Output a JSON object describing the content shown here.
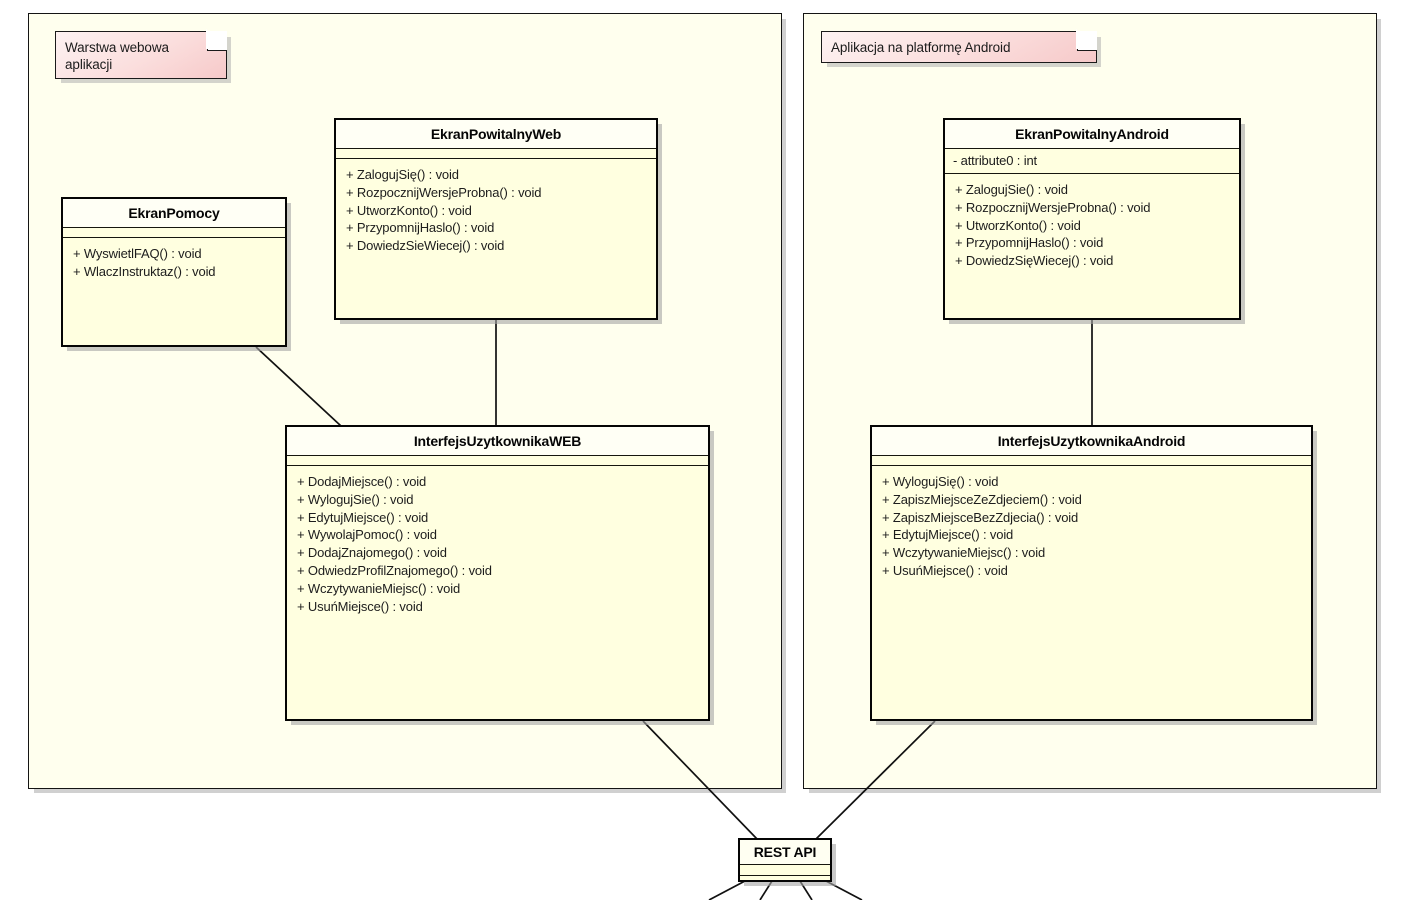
{
  "diagram": {
    "title": "UML Class Diagram",
    "colors": {
      "class_body": "#FFFFE0",
      "class_title": "#FFFFF5",
      "package_background": "#FFFFEE",
      "note_fill": "#F9D7D7",
      "border": "#000000"
    }
  },
  "packages": [
    {
      "id": "web-package",
      "name": "Warstwa webowa aplikacji"
    },
    {
      "id": "android-package",
      "name": "Aplikacja na platformę Android"
    }
  ],
  "notes": [
    {
      "id": "note-web",
      "text": "Warstwa webowa\naplikacji"
    },
    {
      "id": "note-android",
      "text": "Aplikacja na platformę Android"
    }
  ],
  "classes": [
    {
      "id": "ekran-powitalny-web",
      "name": "EkranPowitalnyWeb",
      "attributes": [],
      "operations": [
        "+ ZalogujSię() : void",
        "+ RozpocznijWersjeProbna() : void",
        "+ UtworzKonto() : void",
        "+ PrzypomnijHaslo() : void",
        "+ DowiedzSieWiecej() : void"
      ]
    },
    {
      "id": "ekran-pomocy",
      "name": "EkranPomocy",
      "attributes": [],
      "operations": [
        "+ WyswietlFAQ() : void",
        "+ WlaczInstruktaz() : void"
      ]
    },
    {
      "id": "interfejs-uzytkownika-web",
      "name": "InterfejsUzytkownikaWEB",
      "attributes": [],
      "operations": [
        "+ DodajMiejsce() : void",
        "+ WylogujSie() : void",
        "+ EdytujMiejsce() : void",
        "+ WywolajPomoc() : void",
        "+ DodajZnajomego() : void",
        "+ OdwiedzProfilZnajomego() : void",
        "+ WczytywanieMiejsc() : void",
        "+ UsuńMiejsce() : void"
      ]
    },
    {
      "id": "ekran-powitalny-android",
      "name": "EkranPowitalnyAndroid",
      "attributes": [
        "- attribute0 : int"
      ],
      "operations": [
        "+ ZalogujSie() : void",
        "+ RozpocznijWersjeProbna() : void",
        "+ UtworzKonto() : void",
        "+ PrzypomnijHaslo() : void",
        "+ DowiedzSięWiecej() : void"
      ]
    },
    {
      "id": "interfejs-uzytkownika-android",
      "name": "InterfejsUzytkownikaAndroid",
      "attributes": [],
      "operations": [
        "+ WylogujSię() : void",
        "+ ZapiszMiejsceZeZdjeciem() : void",
        "+ ZapiszMiejsceBezZdjecia() : void",
        "+ EdytujMiejsce() : void",
        "+ WczytywanieMiejsc() : void",
        "+ UsuńMiejsce() : void"
      ]
    },
    {
      "id": "rest-api",
      "name": "REST API",
      "attributes": [],
      "operations": []
    }
  ],
  "associations": [
    {
      "from": "ekran-powitalny-web",
      "to": "interfejs-uzytkownika-web"
    },
    {
      "from": "ekran-pomocy",
      "to": "interfejs-uzytkownika-web"
    },
    {
      "from": "ekran-powitalny-android",
      "to": "interfejs-uzytkownika-android"
    },
    {
      "from": "interfejs-uzytkownika-web",
      "to": "rest-api"
    },
    {
      "from": "interfejs-uzytkownika-android",
      "to": "rest-api"
    }
  ]
}
